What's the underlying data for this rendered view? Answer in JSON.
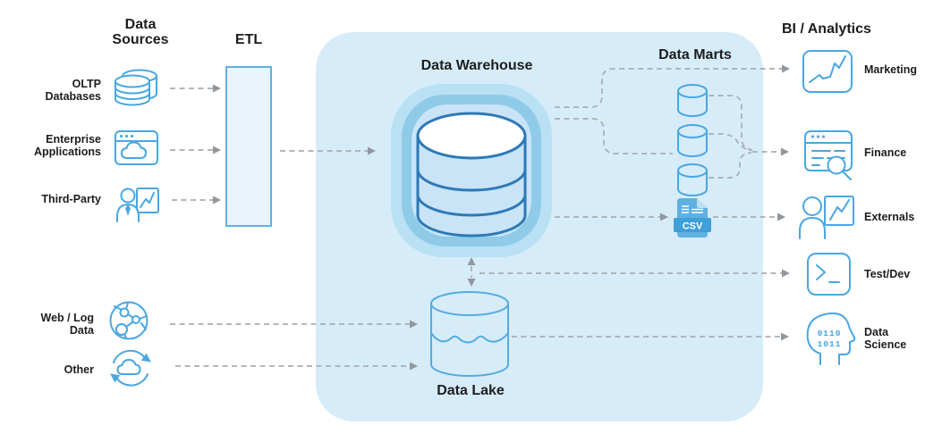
{
  "headers": {
    "data_sources": "Data\nSources",
    "etl": "ETL",
    "data_warehouse": "Data Warehouse",
    "data_marts": "Data Marts",
    "data_lake": "Data Lake",
    "bi_analytics": "BI / Analytics"
  },
  "sources": [
    {
      "label": "OLTP\nDatabases",
      "icon": "database-stack-icon"
    },
    {
      "label": "Enterprise\nApplications",
      "icon": "cloud-app-window-icon"
    },
    {
      "label": "Third-Party",
      "icon": "person-chart-icon"
    },
    {
      "label": "Web / Log\nData",
      "icon": "globe-network-icon"
    },
    {
      "label": "Other",
      "icon": "cloud-sync-icon"
    }
  ],
  "consumers": [
    {
      "label": "Marketing",
      "icon": "line-chart-icon"
    },
    {
      "label": "Finance",
      "icon": "report-search-icon"
    },
    {
      "label": "Externals",
      "icon": "person-chart-icon"
    },
    {
      "label": "Test/Dev",
      "icon": "terminal-icon"
    },
    {
      "label": "Data\nScience",
      "icon": "head-binary-icon"
    }
  ],
  "marts": {
    "cylinder_count": 3
  },
  "csv_label": "CSV",
  "icons": {
    "head_binary_rows": [
      "0110",
      "1011"
    ]
  },
  "colors": {
    "container_bg": "#d6ecf9",
    "glow_outer": "#b9e0f3",
    "glow_inner": "#8fcbe9",
    "cylinder_fill": "#c8e4f6",
    "cylinder_stroke": "#2d79b6",
    "icon_stroke": "#49a7e1",
    "etl_fill": "#eaf4fb",
    "csv_fill": "#5fb0e2",
    "csv_banner": "#3f9fd8",
    "connector": "#a8adb2",
    "arrowhead": "#90979d",
    "text": "#1d1d1f"
  }
}
